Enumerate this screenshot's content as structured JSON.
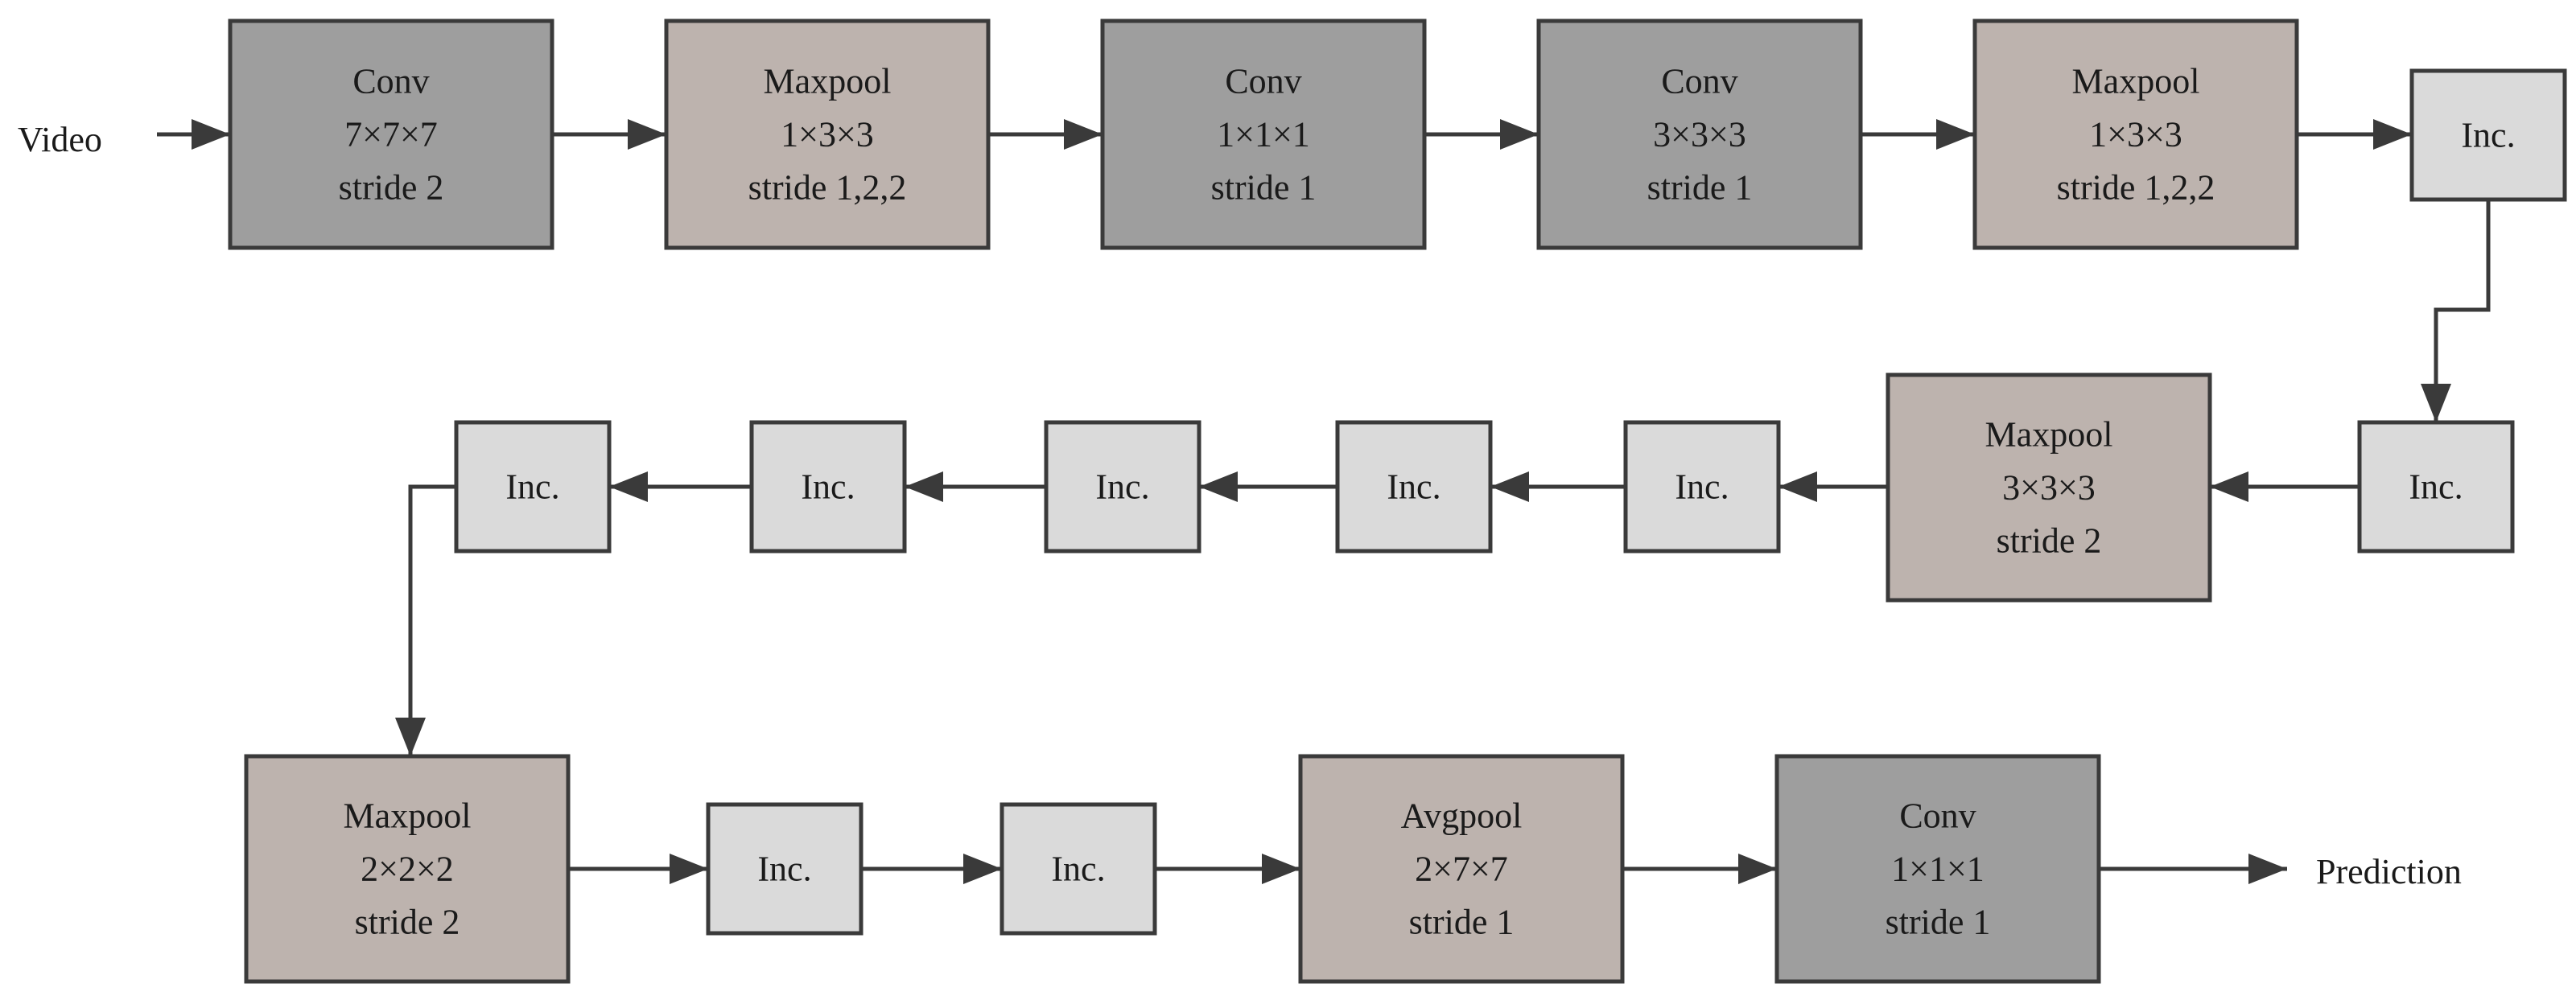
{
  "colors": {
    "conv": "#9e9e9e",
    "pool": "#bdb3ae",
    "inception": "#dadada",
    "stroke": "#3a3a3a"
  },
  "input_label": "Video",
  "output_label": "Prediction",
  "nodes": [
    {
      "id": "conv1",
      "kind": "conv",
      "lines": [
        "Conv",
        "7×7×7",
        "stride 2"
      ]
    },
    {
      "id": "maxpool1",
      "kind": "pool",
      "lines": [
        "Maxpool",
        "1×3×3",
        "stride 1,2,2"
      ]
    },
    {
      "id": "conv2",
      "kind": "conv",
      "lines": [
        "Conv",
        "1×1×1",
        "stride 1"
      ]
    },
    {
      "id": "conv3",
      "kind": "conv",
      "lines": [
        "Conv",
        "3×3×3",
        "stride 1"
      ]
    },
    {
      "id": "maxpool2",
      "kind": "pool",
      "lines": [
        "Maxpool",
        "1×3×3",
        "stride 1,2,2"
      ]
    },
    {
      "id": "inc1",
      "kind": "inception",
      "lines": [
        "Inc."
      ]
    },
    {
      "id": "inc2",
      "kind": "inception",
      "lines": [
        "Inc."
      ]
    },
    {
      "id": "maxpool3",
      "kind": "pool",
      "lines": [
        "Maxpool",
        "3×3×3",
        "stride 2"
      ]
    },
    {
      "id": "inc3",
      "kind": "inception",
      "lines": [
        "Inc."
      ]
    },
    {
      "id": "inc4",
      "kind": "inception",
      "lines": [
        "Inc."
      ]
    },
    {
      "id": "inc5",
      "kind": "inception",
      "lines": [
        "Inc."
      ]
    },
    {
      "id": "inc6",
      "kind": "inception",
      "lines": [
        "Inc."
      ]
    },
    {
      "id": "inc7",
      "kind": "inception",
      "lines": [
        "Inc."
      ]
    },
    {
      "id": "maxpool4",
      "kind": "pool",
      "lines": [
        "Maxpool",
        "2×2×2",
        "stride 2"
      ]
    },
    {
      "id": "inc8",
      "kind": "inception",
      "lines": [
        "Inc."
      ]
    },
    {
      "id": "inc9",
      "kind": "inception",
      "lines": [
        "Inc."
      ]
    },
    {
      "id": "avgpool",
      "kind": "pool",
      "lines": [
        "Avgpool",
        "2×7×7",
        "stride 1"
      ]
    },
    {
      "id": "conv4",
      "kind": "conv",
      "lines": [
        "Conv",
        "1×1×1",
        "stride 1"
      ]
    }
  ]
}
